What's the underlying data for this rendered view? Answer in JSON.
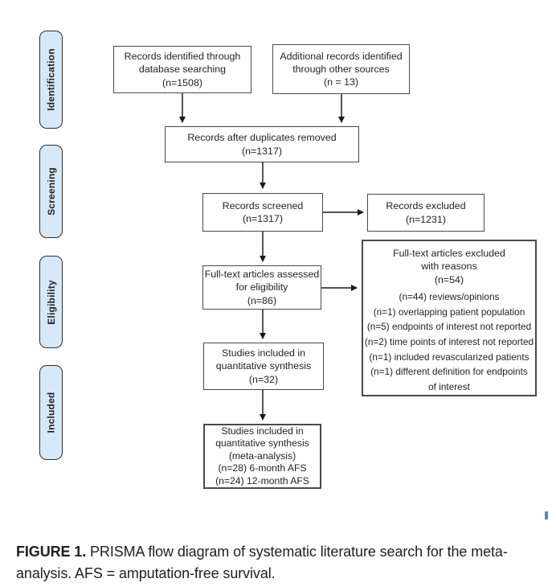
{
  "sidebar": {
    "stages": [
      {
        "label": "Identification"
      },
      {
        "label": "Screening"
      },
      {
        "label": "Eligibility"
      },
      {
        "label": "Included"
      }
    ]
  },
  "boxes": {
    "records_identified": {
      "text": "Records identified through\ndatabase searching\n(n=1508)"
    },
    "additional_records": {
      "text": "Additional records identified\nthrough other sources\n(n = 13)"
    },
    "duplicates_removed": {
      "text": "Records after duplicates removed\n(n=1317)"
    },
    "records_screened": {
      "text": "Records screened\n(n=1317)"
    },
    "records_excluded": {
      "text": "Records excluded\n(n=1231)"
    },
    "fulltext_assessed": {
      "text": "Full-text articles assessed\nfor eligibility\n(n=86)"
    },
    "fulltext_excluded": {
      "header": "Full-text articles excluded\nwith reasons\n(n=54)",
      "reasons": "(n=44) reviews/opinions\n(n=1) overlapping patient population\n(n=5) endpoints of interest not reported\n(n=2) time points of interest not reported\n(n=1) included revascularized patients\n(n=1) different definition for endpoints\nof interest"
    },
    "quantitative_synthesis": {
      "text": "Studies included in\nquantitative synthesis\n(n=32)"
    },
    "meta_analysis": {
      "text": "Studies included in\nquantitative synthesis\n(meta-analysis)\n(n=28) 6-month AFS\n(n=24) 12-month AFS"
    }
  },
  "caption": {
    "label": "FIGURE 1.",
    "text": "PRISMA flow diagram of systematic literature search for the meta-analysis. AFS = amputation-free survival."
  },
  "colors": {
    "stage-fill": "#d6e9f8",
    "stage-border": "#2e2e30",
    "box-border": "#4a4a4c",
    "arrow": "#1a1a1a",
    "text": "#231f20",
    "accent-tick": "#4d8fc4"
  }
}
